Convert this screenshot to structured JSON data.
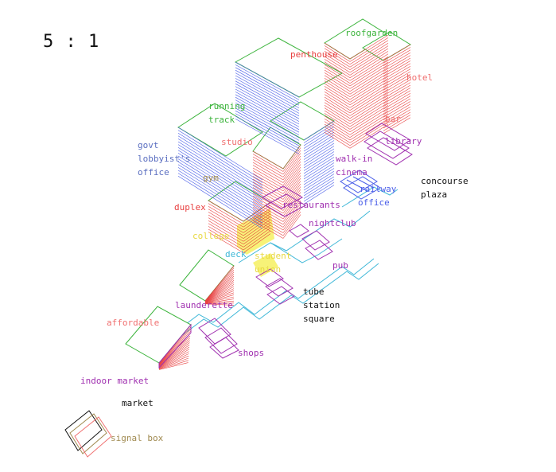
{
  "ratio": "5 : 1",
  "labels": {
    "roofgarden": "roofgarden",
    "penthouse": "penthouse",
    "hotel": "hotel",
    "running": "running",
    "track": "track",
    "bar": "bar",
    "studio": "studio",
    "library": "library",
    "govt": "govt",
    "lobbyists": "lobbyist's",
    "office": "office",
    "walkin": "walk-in",
    "cinema": "cinema",
    "gym": "gym",
    "railway": "railway",
    "railway_office": "office",
    "concourse": "concourse",
    "plaza": "plaza",
    "duplex": "duplex",
    "restaurants": "restaurants",
    "nightclub": "nightclub",
    "college": "college",
    "deck": "deck",
    "student": "student",
    "union": "union",
    "pub": "pub",
    "tube": "tube",
    "station": "station",
    "square": "square",
    "launderette": "launderette",
    "affordable": "affordable",
    "shops": "shops",
    "indoor_market": "indoor market",
    "market": "market",
    "signal_box": "signal box"
  },
  "colors": {
    "green": "#3cb43c",
    "red": "#e84040",
    "blue": "#4a5ee8",
    "purple": "#a030b0",
    "cyan": "#40b8d8",
    "yellow": "#f6f060",
    "olive": "#a08a50",
    "salmon": "#f07070",
    "black": "#111111"
  }
}
